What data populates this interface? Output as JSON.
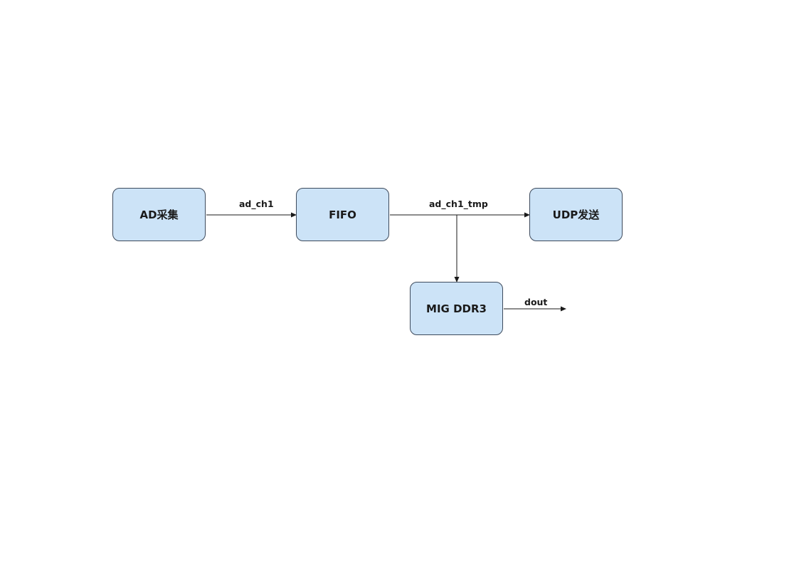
{
  "nodes": {
    "ad": "AD采集",
    "fifo": "FIFO",
    "udp": "UDP发送",
    "mig": "MIG DDR3"
  },
  "edges": {
    "ad_to_fifo": "ad_ch1",
    "fifo_out": "ad_ch1_tmp",
    "mig_out": "dout"
  },
  "colors": {
    "node_fill": "#cce3f7",
    "node_stroke": "#3d4a5c",
    "line": "#1a1a1a"
  }
}
